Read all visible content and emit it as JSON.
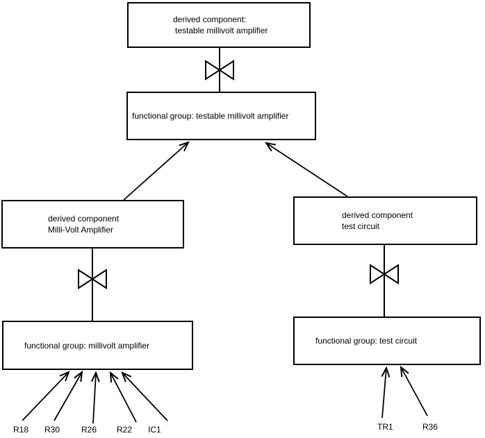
{
  "diagram": {
    "title_hint": "component decomposition diagram",
    "colors": {
      "background": "#ffffff",
      "stroke": "#000000"
    },
    "icons": {
      "decomposition_symbol": "bowtie-icon"
    },
    "nodes": {
      "top_derived": {
        "line1": "derived component:",
        "line2": "testable millivolt amplifier"
      },
      "top_functional": {
        "label": "functional group: testable millivolt amplifier"
      },
      "left_derived": {
        "line1": "derived component",
        "line2": "Milli-Volt Amplifier"
      },
      "left_functional": {
        "label": "functional group: millivolt amplifier"
      },
      "right_derived": {
        "line1": "derived component",
        "line2": "test circuit"
      },
      "right_functional": {
        "label": "functional group: test circuit"
      }
    },
    "components_left": [
      "R18",
      "R30",
      "R26",
      "R22",
      "IC1"
    ],
    "components_right": [
      "TR1",
      "R36"
    ]
  }
}
